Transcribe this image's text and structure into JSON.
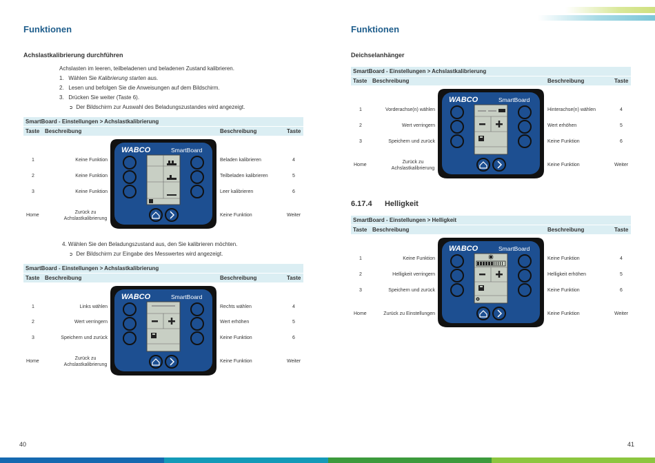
{
  "left": {
    "title": "Funktionen",
    "section_heading": "Achslastkalibrierung durchführen",
    "intro": "Achslasten im leeren, teilbeladenen und beladenen Zustand kalibrieren.",
    "steps": [
      {
        "num": "1.",
        "pre": "Wählen Sie ",
        "em": "Kalibrierung starten",
        "post": " aus."
      },
      {
        "num": "2.",
        "pre": "Lesen und befolgen Sie die Anweisungen auf dem Bildschirm.",
        "em": "",
        "post": ""
      },
      {
        "num": "3.",
        "pre": "Drücken Sie weiter (Taste 6).",
        "em": "",
        "post": ""
      }
    ],
    "result1": "Der Bildschirm zur Auswahl des Beladungszustandes wird angezeigt.",
    "step4": "4.  Wählen Sie den Beladungszustand aus, den Sie kalibrieren möchten.",
    "result2": "Der Bildschirm zur Eingabe des Messwertes wird angezeigt.",
    "table1": {
      "title": "SmartBoard - Einstellungen > Achslastkalibrierung",
      "col_taste": "Taste",
      "col_beschreibung": "Beschreibung",
      "col_beschreibung_r": "Beschreibung",
      "col_taste_r": "Taste",
      "rows": [
        {
          "lk": "1",
          "ld": "Keine Funktion",
          "rd": "Beladen kalibrieren",
          "rk": "4"
        },
        {
          "lk": "2",
          "ld": "Keine Funktion",
          "rd": "Teilbeladen kalibrieren",
          "rk": "5"
        },
        {
          "lk": "3",
          "ld": "Keine Funktion",
          "rd": "Leer kalibrieren",
          "rk": "6"
        },
        {
          "lk": "Home",
          "ld": "Zurück zu Achslastkalibrierung",
          "rd": "Keine Funktion",
          "rk": "Weiter"
        }
      ]
    },
    "table2": {
      "title": "SmartBoard - Einstellungen > Achslastkalibrierung",
      "col_taste": "Taste",
      "col_beschreibung": "Beschreibung",
      "col_beschreibung_r": "Beschreibung",
      "col_taste_r": "Taste",
      "rows": [
        {
          "lk": "1",
          "ld": "Links wählen",
          "rd": "Rechts wählen",
          "rk": "4"
        },
        {
          "lk": "2",
          "ld": "Wert verringern",
          "rd": "Wert erhöhen",
          "rk": "5"
        },
        {
          "lk": "3",
          "ld": "Speichern und zurück",
          "rd": "Keine Funktion",
          "rk": "6"
        },
        {
          "lk": "Home",
          "ld": "Zurück zu Achslastkalibrierung",
          "rd": "Keine Funktion",
          "rk": "Weiter"
        }
      ]
    },
    "page_number": "40"
  },
  "right": {
    "title": "Funktionen",
    "section_heading": "Deichselanhänger",
    "table3": {
      "title": "SmartBoard - Einstellungen > Achslastkalibrierung",
      "col_taste": "Taste",
      "col_beschreibung": "Beschreibung",
      "col_beschreibung_r": "Beschreibung",
      "col_taste_r": "Taste",
      "rows": [
        {
          "lk": "1",
          "ld": "Vorderachse(n) wählen",
          "rd": "Hinterachse(n) wählen",
          "rk": "4"
        },
        {
          "lk": "2",
          "ld": "Wert verringern",
          "rd": "Wert erhöhen",
          "rk": "5"
        },
        {
          "lk": "3",
          "ld": "Speichern und zurück",
          "rd": "Keine Funktion",
          "rk": "6"
        },
        {
          "lk": "Home",
          "ld": "Zurück zu Achslastkalibrierung",
          "rd": "Keine Funktion",
          "rk": "Weiter"
        }
      ]
    },
    "subsection_number": "6.17.4",
    "subsection_title": "Helligkeit",
    "table4": {
      "title": "SmartBoard - Einstellungen > Helligkeit",
      "col_taste": "Taste",
      "col_beschreibung": "Beschreibung",
      "col_beschreibung_r": "Beschreibung",
      "col_taste_r": "Taste",
      "rows": [
        {
          "lk": "1",
          "ld": "Keine Funktion",
          "rd": "Keine Funktion",
          "rk": "4"
        },
        {
          "lk": "2",
          "ld": "Helligkeit verringern",
          "rd": "Helligkeit erhöhen",
          "rk": "5"
        },
        {
          "lk": "3",
          "ld": "Speichern und zurück",
          "rd": "Keine Funktion",
          "rk": "6"
        },
        {
          "lk": "Home",
          "ld": "Zurück zu Einstellungen",
          "rd": "Keine Funktion",
          "rk": "Weiter"
        }
      ]
    },
    "page_number": "41"
  },
  "device": {
    "brand": "WABCO",
    "model": "SmartBoard"
  },
  "colors": {
    "heading_blue": "#1f5e8c",
    "table_header_bg": "#dbeef3",
    "device_blue": "#1d4f91",
    "lcd": "#c8cfc4",
    "footer_blue": "#1569b0",
    "footer_teal": "#149ab8",
    "footer_green": "#3c9a3c",
    "footer_lime": "#8cc63f"
  },
  "icons": [
    "home-icon",
    "chevron-right-icon",
    "result-arrow-icon",
    "truck-icon",
    "save-icon",
    "sun-icon",
    "gear-icon"
  ]
}
